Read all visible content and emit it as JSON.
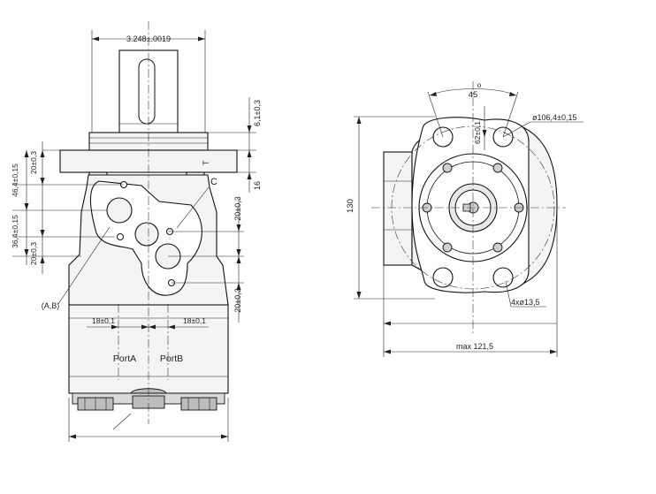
{
  "dimensions": {
    "shaft_dia": "3.248±.0019",
    "flange_6_1": "6,1±0,3",
    "flange_16": "16",
    "flange_T": "T",
    "left_20_top": "20±0,3",
    "left_46_4": "46,4±0,15",
    "left_36_4": "36,4±0,15",
    "left_20_bottom": "20±0,3",
    "right_20_mid": "20±0,3",
    "right_20_low": "20±0,3",
    "port_spacing_left": "18±0,1",
    "port_spacing_right": "18±0,1",
    "label_c": "C",
    "label_ab": "(A,B)",
    "port_a": "PortA",
    "port_b": "PortB",
    "angle_45": "45",
    "angle_degree": "o",
    "dia_106_4": "ø106,4±0,15",
    "dim_62": "62±0,1",
    "dim_130": "130",
    "holes_4x13_5": "4xø13,5",
    "max_width": "max 121,5"
  }
}
